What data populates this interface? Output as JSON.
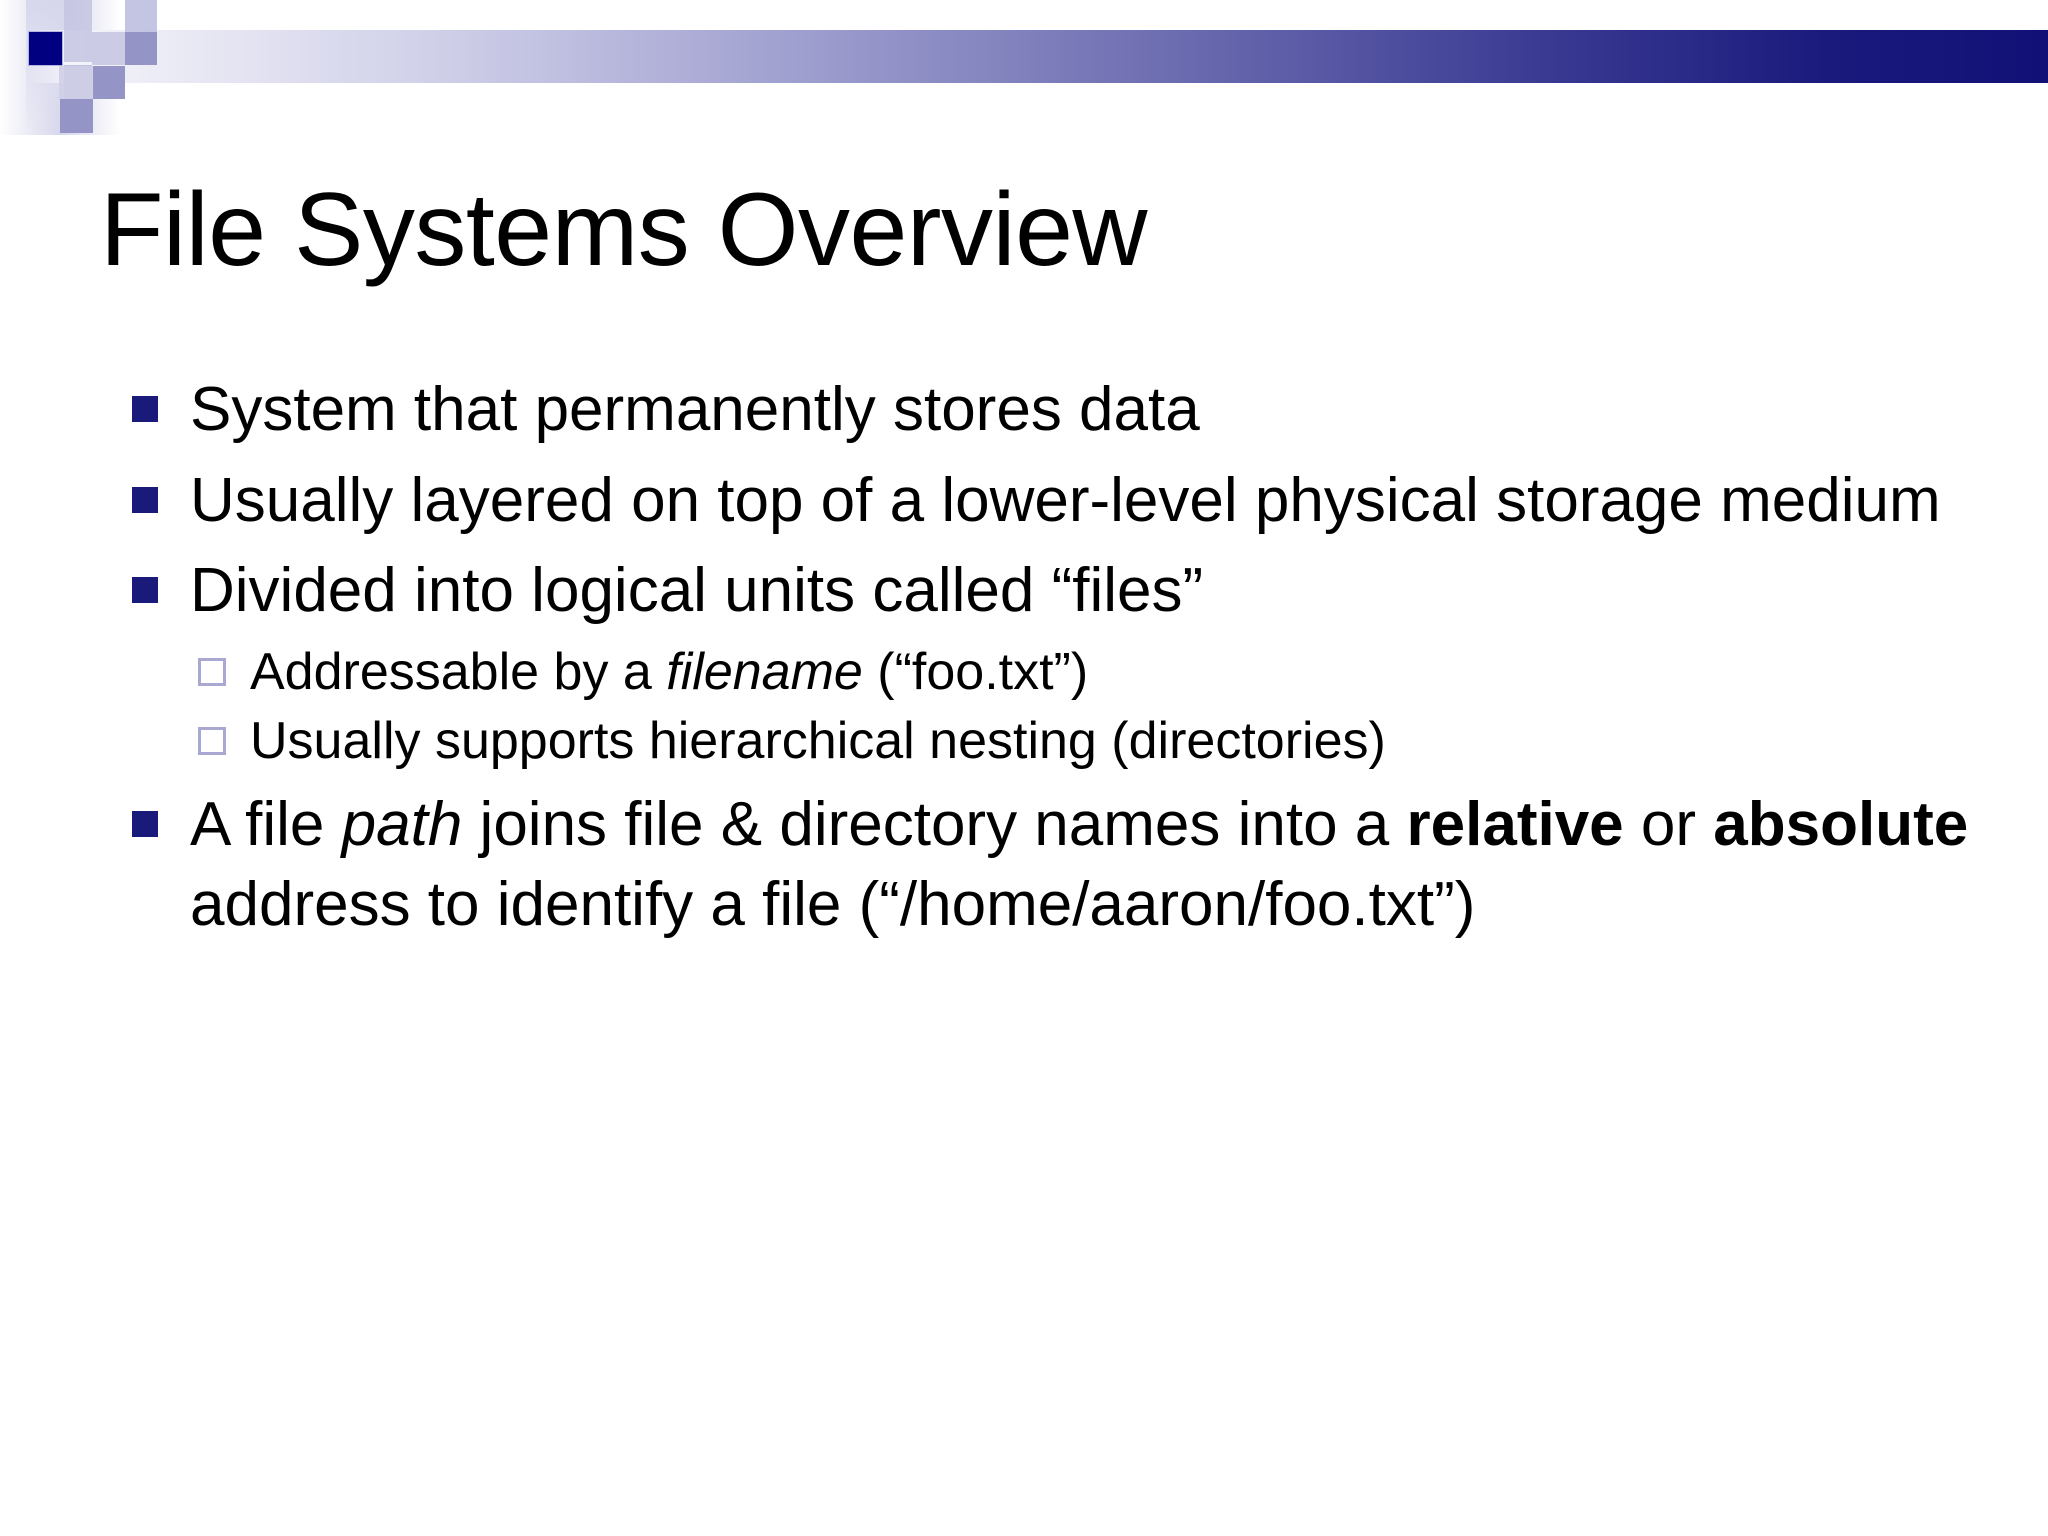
{
  "slide": {
    "title": "File Systems Overview",
    "theme": {
      "banner_gradient_start": "#ffffff",
      "banner_gradient_end": "#101076",
      "accent_navy": "#000080",
      "bullet_level1_color": "#1a1a7a",
      "bullet_level2_color": "#a8a8d2",
      "mosaic_purple": "#9494c6",
      "text_color": "#000000",
      "background": "#ffffff"
    },
    "bullets": [
      {
        "id": "permanent-storage",
        "runs": [
          {
            "text": "System that permanently stores data",
            "style": "normal"
          }
        ],
        "children": []
      },
      {
        "id": "layered-on-physical",
        "runs": [
          {
            "text": "Usually layered on top of a lower-level physical storage medium",
            "style": "normal"
          }
        ],
        "children": []
      },
      {
        "id": "divided-into-files",
        "runs": [
          {
            "text": "Divided into logical units called “files”",
            "style": "normal"
          }
        ],
        "children": [
          {
            "id": "addressable-by-filename",
            "runs": [
              {
                "text": "Addressable by a ",
                "style": "normal"
              },
              {
                "text": "filename",
                "style": "italic"
              },
              {
                "text": "  (“foo.txt”)",
                "style": "normal"
              }
            ]
          },
          {
            "id": "hierarchical-nesting",
            "runs": [
              {
                "text": "Usually supports hierarchical nesting (directories)",
                "style": "normal"
              }
            ]
          }
        ]
      },
      {
        "id": "file-path",
        "runs": [
          {
            "text": "A file ",
            "style": "normal"
          },
          {
            "text": "path",
            "style": "italic"
          },
          {
            "text": " joins file & directory names into a ",
            "style": "normal"
          },
          {
            "text": "relative",
            "style": "bold"
          },
          {
            "text": " or ",
            "style": "normal"
          },
          {
            "text": "absolute",
            "style": "bold"
          },
          {
            "text": " address to identify a file (“/home/aaron/foo.txt”)",
            "style": "normal"
          }
        ],
        "children": []
      }
    ]
  }
}
